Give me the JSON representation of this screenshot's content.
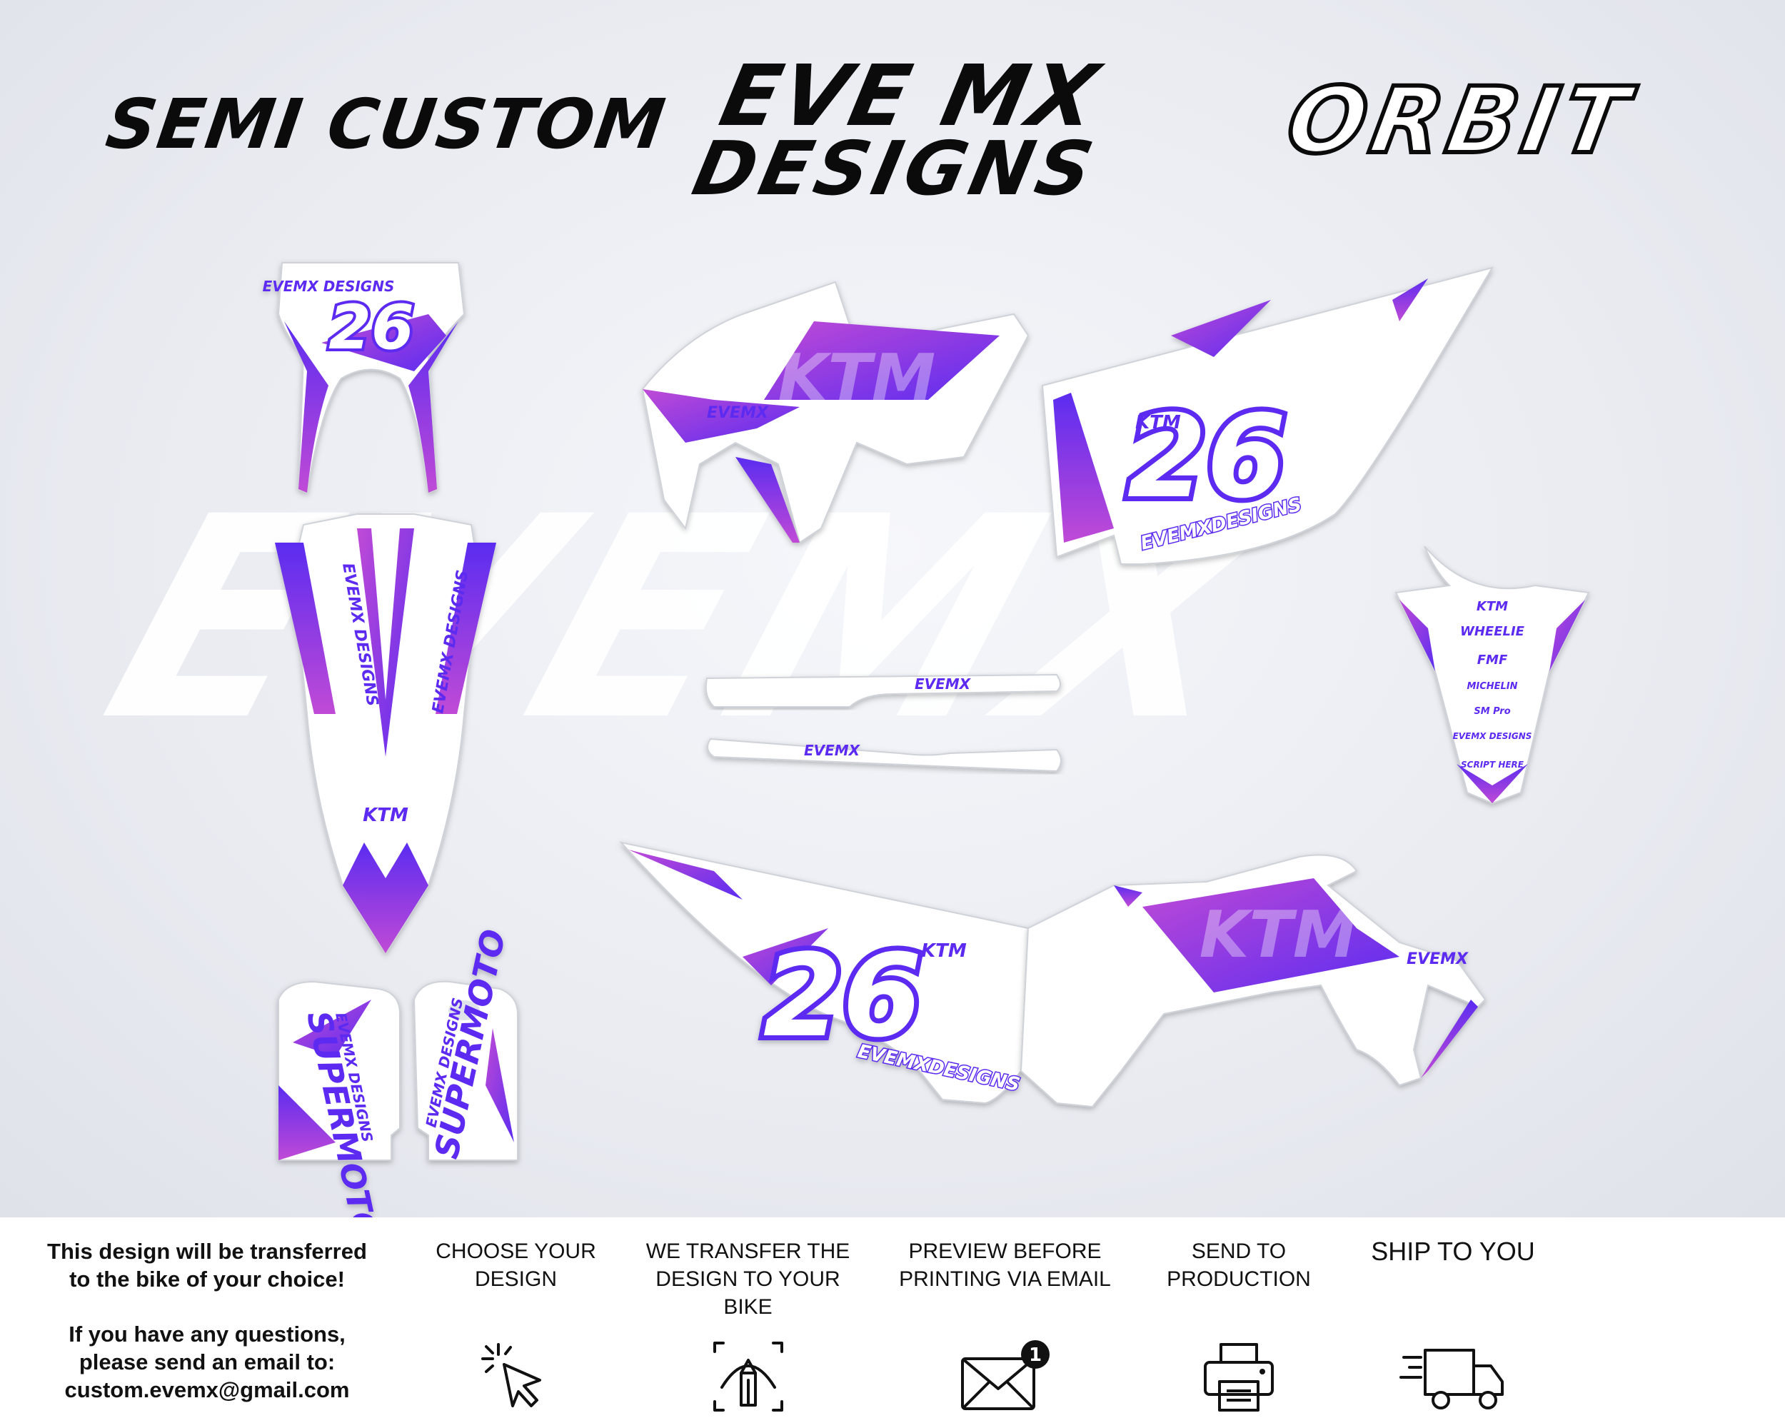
{
  "header": {
    "left_title": "SEMI CUSTOM",
    "logo_line1": "EVE MX",
    "logo_line2": "DESIGNS",
    "right_title": "ORBIT"
  },
  "watermark": "EVEMX",
  "kit": {
    "number": "26",
    "brand_mark": "KTM",
    "shroud_text": "EVEMX",
    "side_panel_text": "EVEMXDESIGNS",
    "headlight_logo": "EVEMX DESIGNS",
    "front_fender_text": "EVEMX DESIGNS",
    "fork_guard_text_1": "EVEMX DESIGNS",
    "fork_guard_text_2": "SUPERMOTO",
    "swingarm_text": "EVEMX",
    "rear_fender_sponsors": [
      "KTM",
      "WHEELIE",
      "FMF",
      "MICHELIN",
      "SM Pro",
      "EVEMX DESIGNS",
      "SCRIPT HERE"
    ],
    "colors": {
      "primary": "#5b2cf0",
      "secondary": "#c04ad6",
      "base": "#ffffff"
    }
  },
  "info": {
    "left_text_1": "This design will be transferred",
    "left_text_2": "to the bike of your choice!",
    "left_text_3": "If you have any questions,",
    "left_text_4": "please send an email to:",
    "email": "custom.evemx@gmail.com",
    "steps": [
      {
        "label": "CHOOSE YOUR\nDESIGN",
        "icon": "cursor-click-icon"
      },
      {
        "label": "WE TRANSFER THE\nDESIGN TO YOUR\nBIKE",
        "icon": "design-pen-icon"
      },
      {
        "label": "PREVIEW BEFORE\nPRINTING VIA EMAIL",
        "icon": "email-notification-icon",
        "badge": "1"
      },
      {
        "label": "SEND TO\nPRODUCTION",
        "icon": "printer-icon"
      },
      {
        "label": "SHIP TO YOU",
        "icon": "delivery-truck-icon"
      }
    ]
  }
}
